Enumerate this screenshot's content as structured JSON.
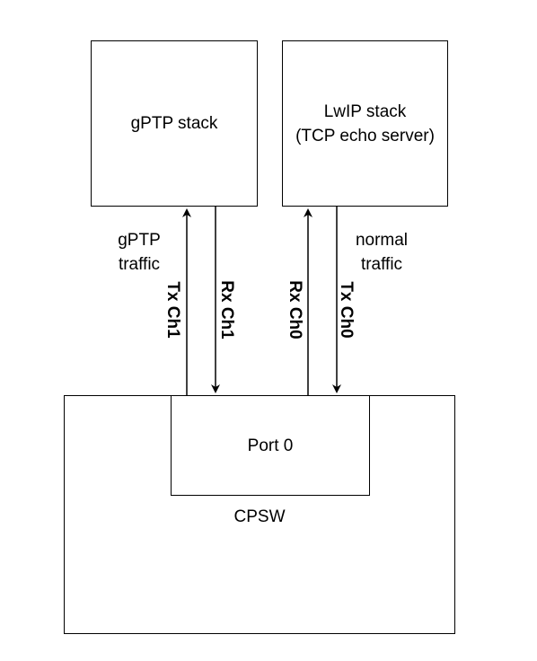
{
  "boxes": {
    "gptp_stack": {
      "label": "gPTP stack"
    },
    "lwip_stack": {
      "line1": "LwIP stack",
      "line2": "(TCP echo server)"
    },
    "port0": {
      "label": "Port 0"
    },
    "cpsw": {
      "label": "CPSW"
    }
  },
  "traffic_labels": {
    "gptp": {
      "line1": "gPTP",
      "line2": "traffic"
    },
    "normal": {
      "line1": "normal",
      "line2": "traffic"
    }
  },
  "channels": {
    "tx_ch1": "Tx  Ch1",
    "rx_ch1": "Rx  Ch1",
    "rx_ch0": "Rx  Ch0",
    "tx_ch0": "Tx  Ch0"
  },
  "colors": {
    "stroke": "#000000",
    "background": "#ffffff"
  }
}
